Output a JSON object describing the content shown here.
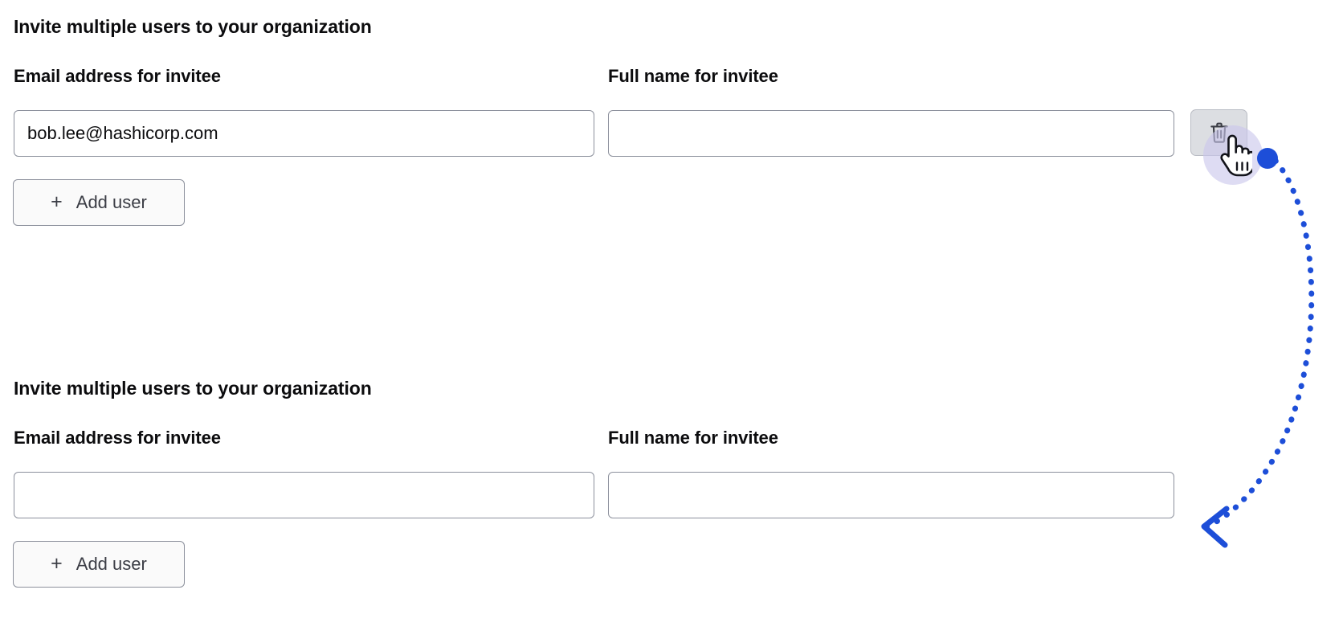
{
  "page": {
    "background_color": "#ffffff",
    "accent_color": "#1d4ed8"
  },
  "sections": [
    {
      "heading": "Invite multiple users to your organization",
      "fields": [
        {
          "label": "Email address for invitee",
          "value": "bob.lee@hashicorp.com",
          "placeholder": ""
        },
        {
          "label": "Full name for invitee",
          "value": "",
          "placeholder": ""
        }
      ],
      "delete_button": {
        "icon": "trash-icon",
        "label": "",
        "state": "hover",
        "background_color": "#dcdee2"
      },
      "add_button": {
        "icon": "plus-icon",
        "plus_glyph": "+",
        "label": "Add user"
      }
    },
    {
      "heading": "Invite multiple users to your organization",
      "fields": [
        {
          "label": "Email address for invitee",
          "value": "",
          "placeholder": ""
        },
        {
          "label": "Full name for invitee",
          "value": "",
          "placeholder": ""
        }
      ],
      "delete_button": null,
      "add_button": {
        "icon": "plus-icon",
        "plus_glyph": "+",
        "label": "Add user"
      }
    }
  ],
  "annotation": {
    "type": "click-and-result-arrow",
    "dot_color": "#1d4ed8",
    "arrow_color": "#1d4ed8",
    "arrow_style": "dotted-curve",
    "cursor": "pointing-hand",
    "cursor_halo_color": "#c9c6ec"
  }
}
